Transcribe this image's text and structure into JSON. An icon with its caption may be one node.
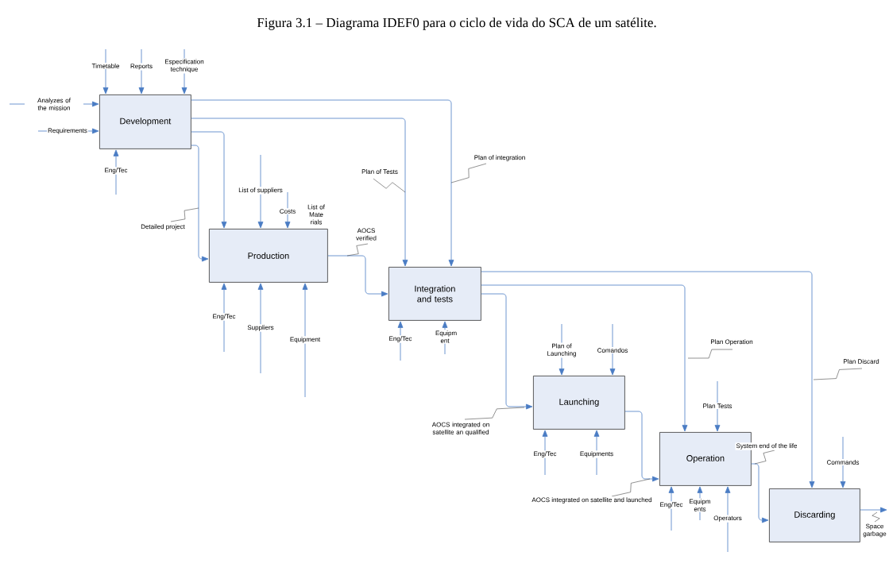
{
  "diagram": {
    "title": "Figura 3.1 – Diagrama IDEF0 para o ciclo de vida do SCA de um satélite.",
    "nodes": [
      {
        "text": [
          "Development"
        ]
      },
      {
        "text": [
          "Production"
        ],
        "beside": [
          "List of Mate rials"
        ]
      },
      {
        "text": [
          "Integration and tests"
        ]
      },
      {
        "text": [
          "Launching"
        ]
      },
      {
        "text": [
          "Operation"
        ]
      },
      {
        "text": [
          "Discarding"
        ]
      }
    ],
    "edges": [
      {
        "from": null,
        "to": 0,
        "arrow": "to",
        "label": "Timetable"
      },
      {
        "from": null,
        "to": 0,
        "arrow": "to",
        "label": "Reports"
      },
      {
        "from": null,
        "to": 0,
        "arrow": "to",
        "label": "Especification technique"
      },
      {
        "from": null,
        "to": 0,
        "arrow": "to",
        "label": "Analyzes of the mission"
      },
      {
        "from": null,
        "to": 0,
        "arrow": "to",
        "label": "Requirements"
      },
      {
        "from": null,
        "to": 0,
        "arrow": "to",
        "label": "Eng/Tec"
      },
      {
        "from": 0,
        "to": 2,
        "arrow": "to",
        "label": "Plan of integration"
      },
      {
        "from": 0,
        "to": 2,
        "arrow": "to",
        "label": "Plan of Tests"
      },
      {
        "from": 0,
        "to": 1,
        "arrow": "to"
      },
      {
        "from": 0,
        "to": 1,
        "arrow": "to",
        "label": "Detailed project"
      },
      {
        "from": null,
        "to": 1,
        "arrow": "to",
        "label": "List of suppliers"
      },
      {
        "from": null,
        "to": 1,
        "arrow": "to",
        "label": "Costs"
      },
      {
        "from": null,
        "to": 1,
        "arrow": "to",
        "label": "Eng/Tec"
      },
      {
        "from": null,
        "to": 1,
        "arrow": "to",
        "label": "Suppliers"
      },
      {
        "from": null,
        "to": 1,
        "arrow": "to",
        "label": "Equipment"
      },
      {
        "from": 1,
        "to": 2,
        "arrow": "to",
        "label": "AOCS verified"
      },
      {
        "from": null,
        "to": 2,
        "arrow": "to",
        "label": "Eng/Tec"
      },
      {
        "from": null,
        "to": 2,
        "arrow": "to",
        "label": "Equipm ent"
      },
      {
        "from": 2,
        "to": 3,
        "arrow": "to",
        "label": "AOCS integrated on satellite an qualified"
      },
      {
        "from": 2,
        "to": 4,
        "arrow": "to",
        "label": "Plan Operation"
      },
      {
        "from": 2,
        "to": 5,
        "arrow": "to",
        "label": "Plan Discard"
      },
      {
        "from": null,
        "to": 3,
        "arrow": "to",
        "label": "Plan of Launching"
      },
      {
        "from": null,
        "to": 3,
        "arrow": "to",
        "label": "Comandos"
      },
      {
        "from": null,
        "to": 3,
        "arrow": "to",
        "label": "Eng/Tec"
      },
      {
        "from": null,
        "to": 3,
        "arrow": "to",
        "label": "Equipments"
      },
      {
        "from": 3,
        "to": 4,
        "arrow": "to",
        "label": "AOCS integrated on satellite and launched"
      },
      {
        "from": null,
        "to": 4,
        "arrow": "to",
        "label": "Plan Tests"
      },
      {
        "from": null,
        "to": 4,
        "arrow": "to",
        "label": "Eng/Tec"
      },
      {
        "from": null,
        "to": 4,
        "arrow": "to",
        "label": "Equipm ents"
      },
      {
        "from": null,
        "to": 4,
        "arrow": "to",
        "label": "Operators"
      },
      {
        "from": 4,
        "to": 5,
        "arrow": "to",
        "label": "System end of the life"
      },
      {
        "from": null,
        "to": 5,
        "arrow": "to",
        "label": "Commands"
      },
      {
        "from": 5,
        "to": null,
        "arrow": "to",
        "label": "Space garbage"
      }
    ]
  }
}
